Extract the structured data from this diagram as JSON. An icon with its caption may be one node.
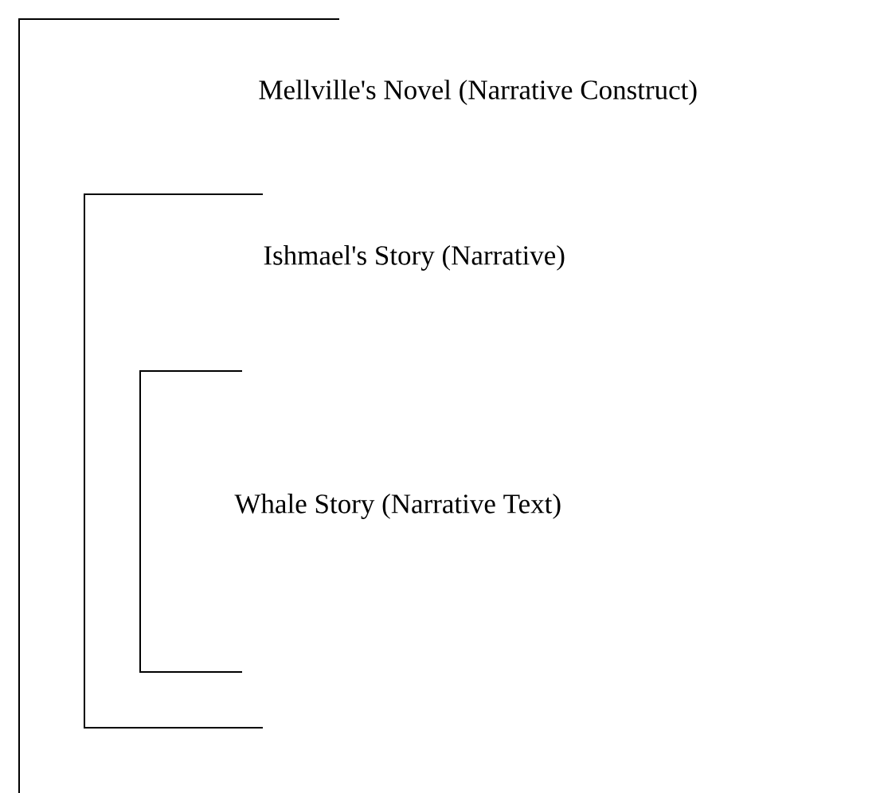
{
  "diagram": {
    "nodes": [
      {
        "text": [
          "Mellville's Novel (Narrative Construct)"
        ]
      },
      {
        "text": [
          "Ishmael's Story (Narrative)"
        ],
        "in": 0
      },
      {
        "text": [
          "Whale Story (Narrative Text)"
        ],
        "in": 1
      }
    ]
  }
}
